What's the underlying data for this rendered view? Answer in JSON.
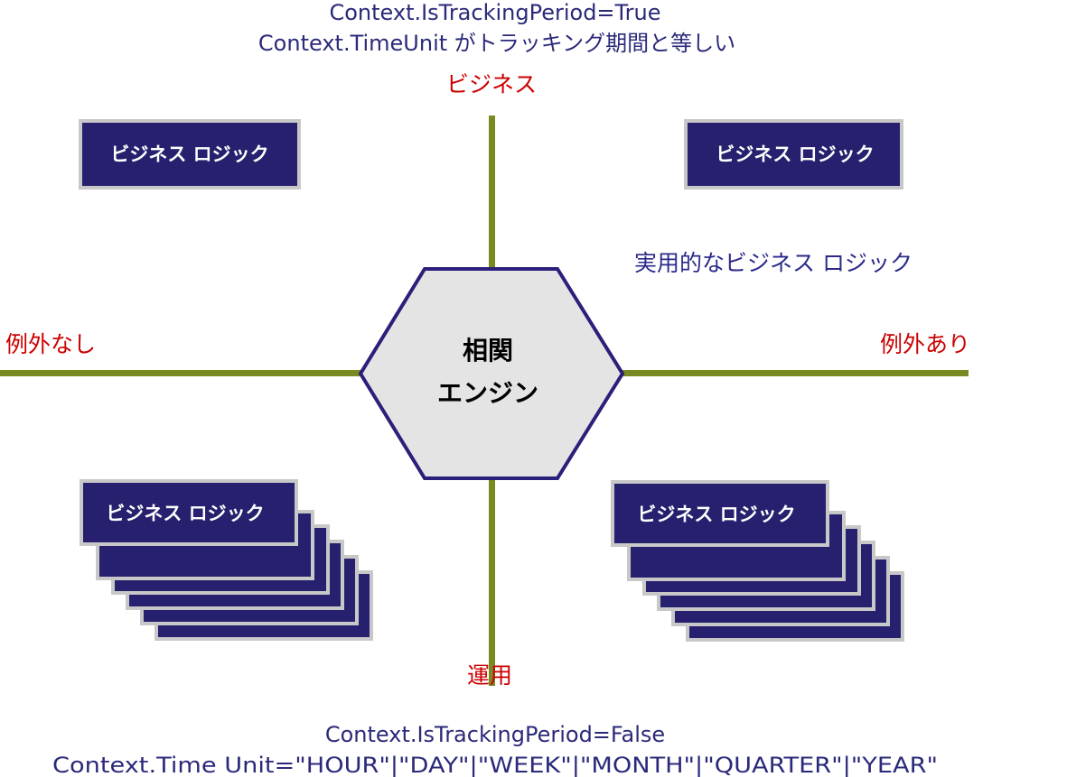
{
  "top_condition": {
    "line1": "Context.IsTrackingPeriod=True",
    "line2": "Context.TimeUnit がトラッキング期間と等しい"
  },
  "bottom_condition": {
    "line1": "Context.IsTrackingPeriod=False",
    "line2": "Context.Time Unit=\"HOUR\"|\"DAY\"|\"WEEK\"|\"MONTH\"|\"QUARTER\"|\"YEAR\""
  },
  "axes": {
    "top": "ビジネス",
    "bottom": "運用",
    "left": "例外なし",
    "right": "例外あり"
  },
  "engine": {
    "line1": "相関",
    "line2": "エンジン"
  },
  "boxes": {
    "top_left": "ビジネス ロジック",
    "top_right": "ビジネス ロジック",
    "bottom_left": "ビジネス ロジック",
    "bottom_right": "ビジネス ロジック"
  },
  "practical_label": "実用的なビジネス ロジック",
  "colors": {
    "axis_line": "#7a8a22",
    "box_fill": "#26206e",
    "box_border": "#c8c8c8",
    "hex_stroke": "#2a1f7a",
    "hex_fill": "#e6e6e6",
    "axis_label": "#cc0000",
    "condition_text": "#2b2a7a"
  }
}
